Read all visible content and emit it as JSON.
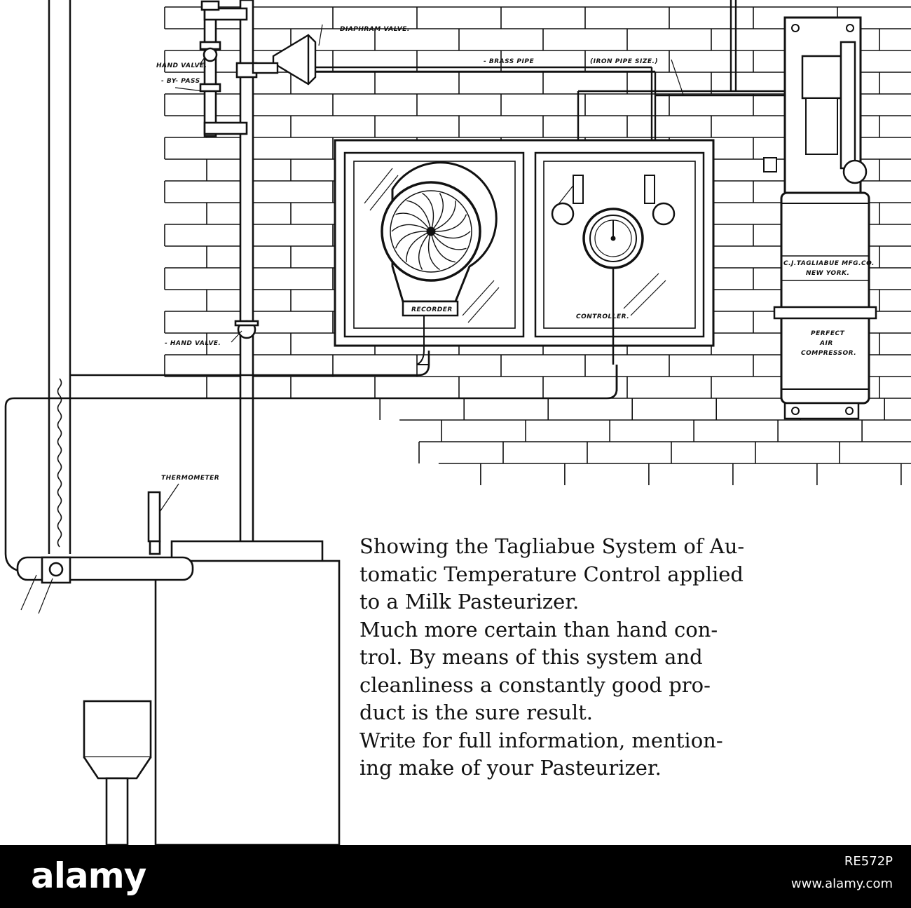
{
  "labels": {
    "diaphragm_valve": "DIAPHRAM VALVE.",
    "brass_pipe": "- BRASS PIPE",
    "iron_pipe_size": "(IRON PIPE SIZE.)",
    "hand_valve_top": "HAND VALVE.",
    "by_pass": "- BY- PASS",
    "hand_valve_bottom": "- HAND VALVE.",
    "thermometer": "THERMOMETER",
    "recorder": "RECORDER",
    "controller": "CONTROLLER.",
    "maker_line1": "C.J.TAGLIABUE MFG.CO.",
    "maker_line2": "NEW YORK.",
    "compressor_line1": "PERFECT",
    "compressor_line2": "AIR",
    "compressor_line3": "COMPRESSOR."
  },
  "caption": {
    "lines": [
      "Showing the Tagliabue System of Au-",
      "tomatic Temperature Control applied",
      "to a Milk Pasteurizer.",
      "Much more certain than hand con-",
      "trol. By means of this system and",
      "cleanliness a constantly good pro-",
      "duct is the sure result.",
      "Write for full information, mention-",
      "ing make of your Pasteurizer."
    ]
  },
  "watermark": {
    "logo": "alamy",
    "image_id": "RE572P",
    "site": "www.alamy.com"
  },
  "colors": {
    "ink": "#111111",
    "paper": "#ffffff",
    "footer": "#000000"
  }
}
